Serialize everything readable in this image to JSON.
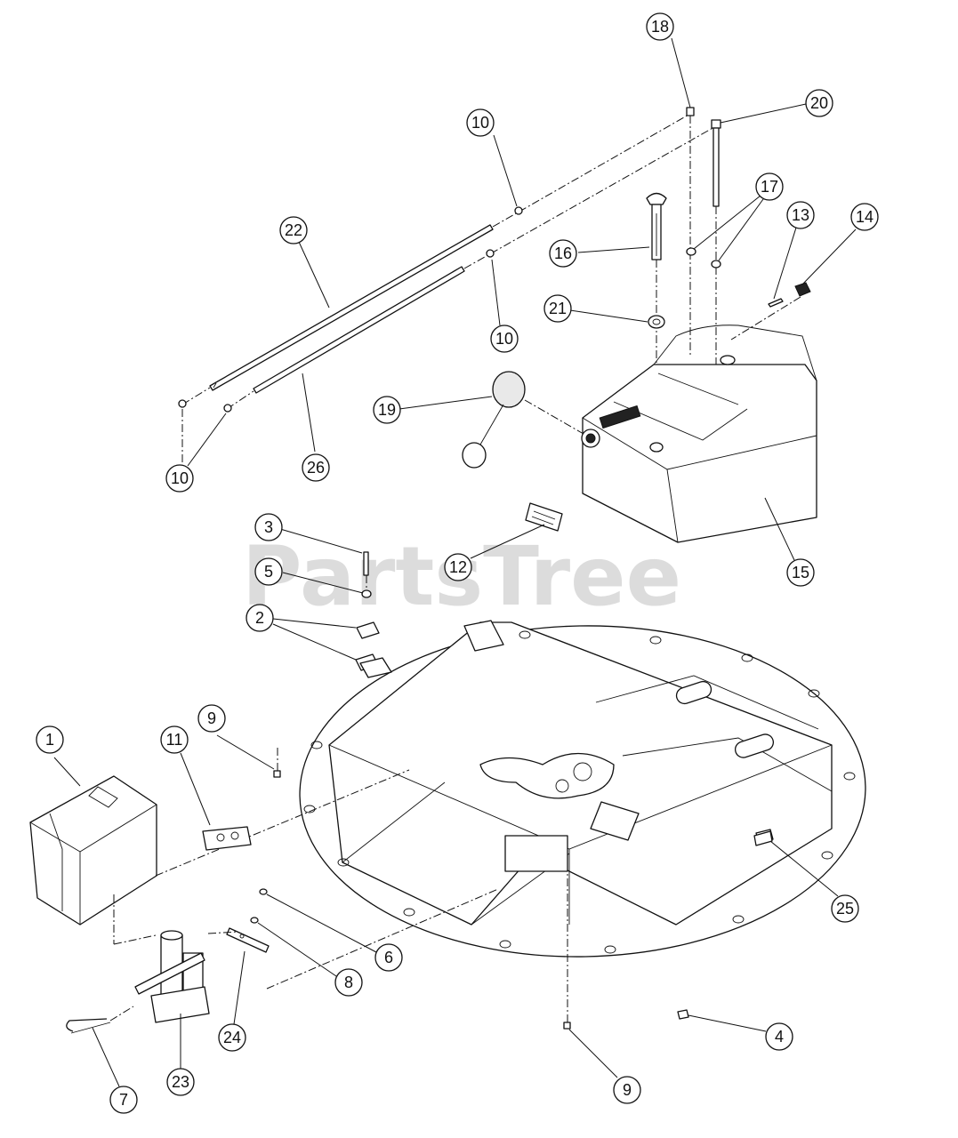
{
  "watermark": {
    "text": "PartsTree",
    "trademark": "™"
  },
  "callouts": [
    {
      "id": "c18",
      "label": "18"
    },
    {
      "id": "c20",
      "label": "20"
    },
    {
      "id": "c10a",
      "label": "10"
    },
    {
      "id": "c17",
      "label": "17"
    },
    {
      "id": "c13",
      "label": "13"
    },
    {
      "id": "c14",
      "label": "14"
    },
    {
      "id": "c22",
      "label": "22"
    },
    {
      "id": "c16",
      "label": "16"
    },
    {
      "id": "c21",
      "label": "21"
    },
    {
      "id": "c10b",
      "label": "10"
    },
    {
      "id": "c19",
      "label": "19"
    },
    {
      "id": "c10c",
      "label": "10"
    },
    {
      "id": "c26",
      "label": "26"
    },
    {
      "id": "c3",
      "label": "3"
    },
    {
      "id": "c5",
      "label": "5"
    },
    {
      "id": "c12",
      "label": "12"
    },
    {
      "id": "c15",
      "label": "15"
    },
    {
      "id": "c2",
      "label": "2"
    },
    {
      "id": "c1",
      "label": "1"
    },
    {
      "id": "c9a",
      "label": "9"
    },
    {
      "id": "c11",
      "label": "11"
    },
    {
      "id": "c25",
      "label": "25"
    },
    {
      "id": "c6",
      "label": "6"
    },
    {
      "id": "c8",
      "label": "8"
    },
    {
      "id": "c24",
      "label": "24"
    },
    {
      "id": "c4",
      "label": "4"
    },
    {
      "id": "c7",
      "label": "7"
    },
    {
      "id": "c23",
      "label": "23"
    },
    {
      "id": "c9b",
      "label": "9"
    }
  ]
}
